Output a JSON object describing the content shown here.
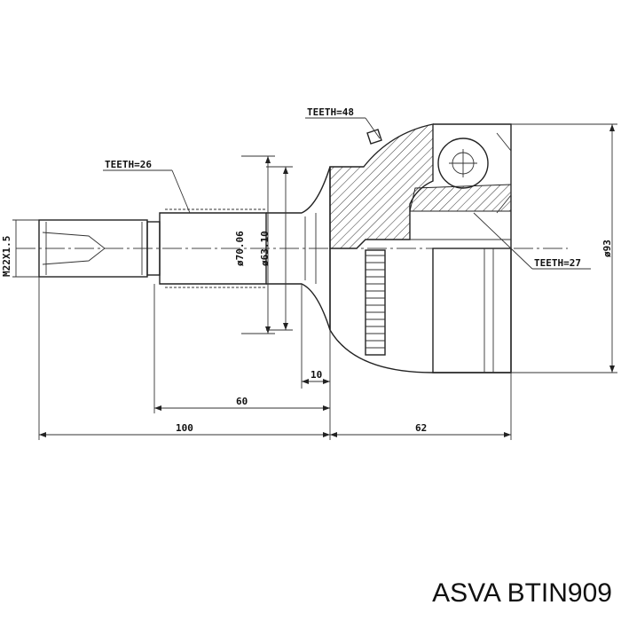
{
  "labels": {
    "teeth_outer": "TEETH=48",
    "teeth_shaft": "TEETH=26",
    "teeth_inner": "TEETH=27",
    "thread": "M22X1.5",
    "dia_a": "ø70.06",
    "dia_b": "ø63.10",
    "dia_c": "ø93",
    "len_10": "10",
    "len_60": "60",
    "len_100": "100",
    "len_62": "62"
  },
  "part_number": "ASVA BTIN909",
  "colors": {
    "ink": "#222222",
    "background": "#ffffff"
  }
}
